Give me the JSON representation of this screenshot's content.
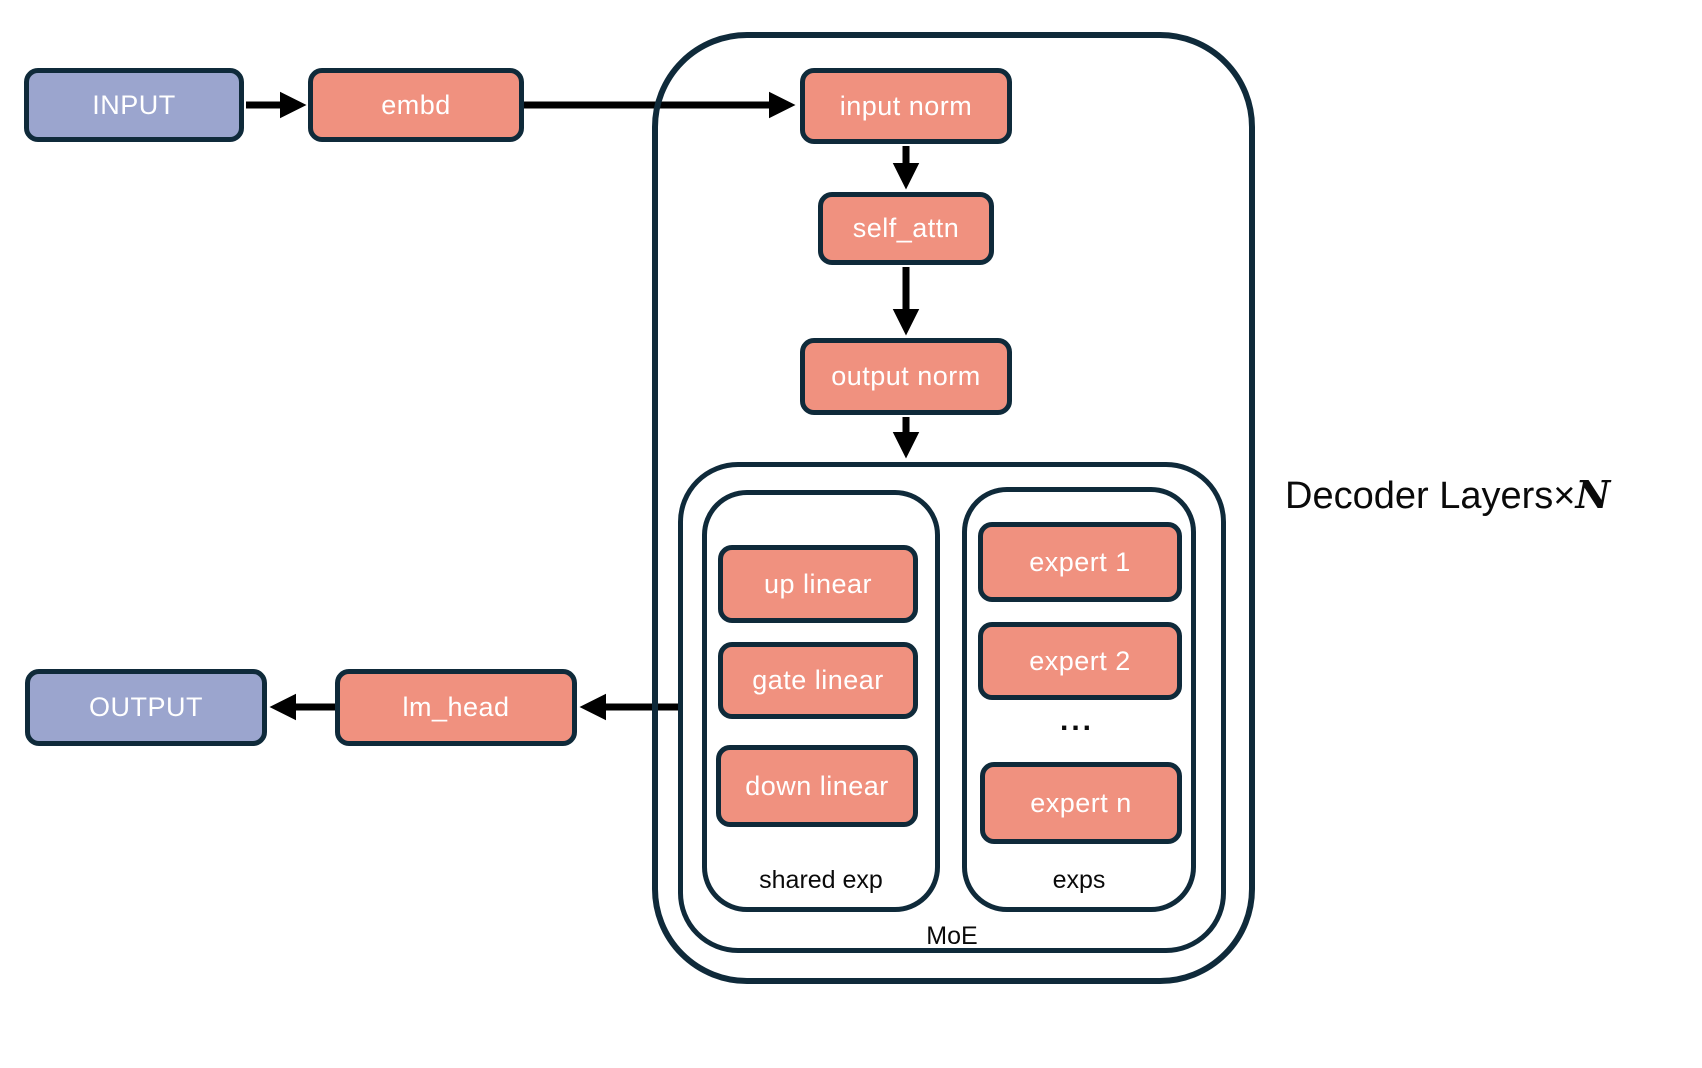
{
  "diagram": {
    "kind": "MoE decoder architecture diagram",
    "side_label": {
      "prefix": "Decoder Layers×",
      "n": "N"
    },
    "nodes": {
      "input": "INPUT",
      "embd": "embd",
      "input_norm": "input norm",
      "self_attn": "self_attn",
      "output_norm": "output norm",
      "up_linear": "up linear",
      "gate_linear": "gate linear",
      "down_linear": "down linear",
      "expert_1": "expert 1",
      "expert_2": "expert 2",
      "expert_ellipsis": "...",
      "expert_n": "expert n",
      "lm_head": "lm_head",
      "output": "OUTPUT"
    },
    "groups": {
      "shared_exp": "shared exp",
      "exps": "exps",
      "moe": "MoE"
    },
    "flow": [
      "INPUT -> embd -> input norm -> self_attn -> output norm -> MoE",
      "MoE -> lm_head -> OUTPUT"
    ]
  },
  "colors": {
    "background": "#ffffff",
    "module_fill": "#f0917f",
    "io_fill": "#9ba5ce",
    "outline": "#0f2a3a",
    "arrow": "#000000",
    "box_text": "#ffffff",
    "label_text": "#0a0a0a"
  }
}
